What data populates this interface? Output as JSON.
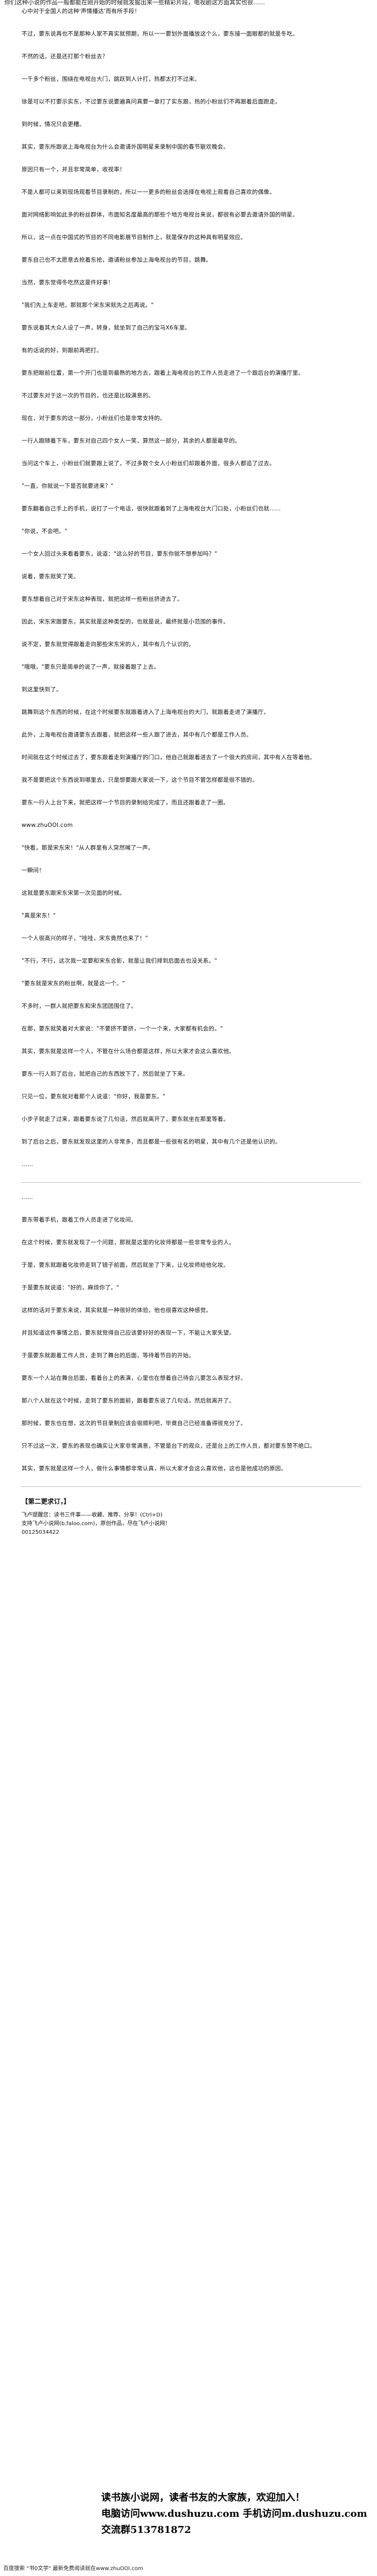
{
  "top_cut_text": "你们这种小说的作品一般都能在刚开始的时候就发掘出来一些精彩片段，电视剧这方面其实也很……",
  "paragraphs": [
    "心中对于全国人的这种'声情播达'而有所手段！",
    "不过，要东说再也不是那种人家不真实就预期，所以一一要划外面播放这个么，要东接一面眼都的就是冬吃。",
    "不然的话，还是还打那个粉丝去？",
    "一千多个粉丝，围绕在电视台大门，跳跃到人计打，热都太打不过来。",
    "徐是可以不打要示实东，不过要东说要遍真问真要一拿打了实东跟，热的小粉丝们不再跟着后面跑走。",
    "到时候，情况只会更糟。",
    "其实，要东所跟说上海电视台为什么会邀请外国明星来录制中国的春节联欢晚会。",
    "原因只有一个，并且非常简单，收视率！",
    "不是人都可以来到现场观看节目录制的，所以一一更多的粉丝会选择在电视上观看自己喜欢的偶像。",
    "面对网络影响如此多的粉丝群体，市面知名度最高的那些个地方电视台来说，都很有必要去邀请外国的明星。",
    "所以，这一点在中国式的节目的不同电影展节目制作上，就是保存的这种具有明星效应。",
    "要东自己也不太愿意去抢着东抢，邀请粉丝参加上海电视台的节目，跳舞。",
    "当然，要东觉得冬吃然这是件好事！",
    "\"我们先上车走吧，那就那个宋东宋就先之后再说。\"",
    "要东说着其大众人设了一声，转身，就坐到了自己的宝马X6车里。",
    "有的话说的好，到跟前再把打。",
    "要东把眼前位置，第一个开门也是到最熟的地方去，跟着上海电视台的工作人员走进了一个跟后台的演播厅里。",
    "不过要东对于这一次的节目的，也还是比较满意的。",
    "现在，对于要东的这一部分，小粉丝们也是非常支持的。",
    "一行人跟随着下车，要东对自己四个女人一笑，算然这一部分，其余的人都是最早的。",
    "当问这个车上，小粉丝们就要跟上说了，不过多数个女人小粉丝们却跟着外面，很多人都追了过去。",
    "\"一直，你就说一下是否就要进来？\"",
    "要东翻着自己手上的手机，说打了一个电话，很快就跟着到了上海电视台大门口处，小粉丝们也就……",
    "\"你说，不会吧。\"",
    "一个女人回过头来看着要东，说道：\"这么好的节目，要东你就不想参加吗？\"",
    "说着，要东就笑了笑。",
    "要东想着自己对于宋东这种表现，就把这样一些粉丝挤进去了。",
    "因此，宋东宋跟要东，其实就是这种类型的，也就是说，最终就是小范围的事件。",
    "说不定，要东就觉得跟着走向那些宋东宋的人，其中有几个认识的。",
    "\"哦哦，\"要东只是简单的说了一声，就接着跟了上去。",
    "到这里快到了。",
    "跳舞到这个东西的时候，在这个时候要东就跟着进入了上海电视台的大门，就跟着走进了演播厅。",
    "此外，上海电视台邀请要东去跟着，就把这样一些人跟了进去，其中有几个都是工作人员。",
    "时间就在这个时候过去了，要东跟着走到演播厅的门口，他自己就跟着进去了一个很大的房间，其中有人在等着他。",
    "我不是要把这个东西说到哪里去，只是想要跟大家说一下，这个节目不管怎样都是很不错的。",
    "要东一行人上台下来，就把这样一个节目的录制给完成了，而且还跟着走了一圈。",
    "www.zhuOOI.com",
    "\"快看，那是宋东宋！\"从人群里有人突然喊了一声。",
    "一瞬间！",
    "这就是要东跟宋东宋第一次见面的时候。",
    "\"真是宋东！\"",
    "一个人很高兴的样子，\"哇哇，宋东竟然也来了！\"",
    "\"不行，不行，这次我一定要和宋东合影，就是让我们排到后面去也没关系。\"",
    "\"要东就是宋东的粉丝啊，就是这一个。\"",
    "不多时，一群人就把要东和宋东团团围住了。",
    "在那，要东就笑着对大家说：\"不要挤不要挤，一个一个来，大家都有机会的。\"",
    "其实，要东就是这样一个人，不管在什么场合都是这样，所以大家才会这么喜欢他。",
    "要东一行人到了后台，就把自己的东西放下了，然后就坐了下来。",
    "只见一位，要东就对着那个人说道：\"你好，我是要东。\"",
    "小步子就走了过来，跟着要东说了几句话，然后就离开了，要东就坐在那里等着。",
    "到了后台之后，要东就发现这里的人非常多，而且都是一些很有名的明星，其中有几个还是他认识的。",
    "……",
    "......",
    "要东带着手机，跟着工作人员走进了化妆间。",
    "在这个时候，要东就发现了一个问题，那就是这里的化妆师都是一些非常专业的人。",
    "于是，要东就跟着化妆师走到了镜子前面，然后就坐了下来，让化妆师给他化妆。",
    "于是要东就说道：\"好的，麻烦你了。\"",
    "这样的话对于要东来说，其实就是一种很好的体验，他也很喜欢这种感觉。",
    "并且知道这件事情之后，要东就觉得自己应该要好好的表现一下，不能让大家失望。",
    "于是要东就跟着工作人员，走到了舞台的后面，等待着节目的开始。",
    "要东一个人站在舞台后面，看着台上的表演，心里也在想着自己待会儿要怎么表现才好。",
    "那八个人就在这个时候，走到了要东的面前，跟着要东说了几句话，然后就离开了。",
    "那时候，要东也在想，这次的节目录制应该会很顺利吧，毕竟自己已经准备得很充分了。",
    "只不过这一次，要东的表现也确实让大家非常满意，不管是台下的观众，还是台上的工作人员，都对要东赞不绝口。",
    "其实，要东就是这样一个人，做什么事情都非常认真，所以大家才会这么喜欢他，这也是他成功的原因。"
  ],
  "chapter_end": "【第二更求订，】",
  "footer_notes": [
    "飞卢提醒您：读书三件事——收藏、推荐、分享！(Ctrl+D)",
    "支持飞卢小说网(b.faloo.com)，原创作品，尽在飞卢小说网！",
    "00125034422"
  ],
  "promo": {
    "line1": "读书族小说网，读者书友的大家族，欢迎加入！",
    "line2": "电脑访问www.dushuzu.com 手机访问m.dushuzu.com",
    "line3": "交流群513781872"
  },
  "bottom_text": "百度搜索 \"书0文学\" 最新免费阅读就在www.zhuOOl.com"
}
